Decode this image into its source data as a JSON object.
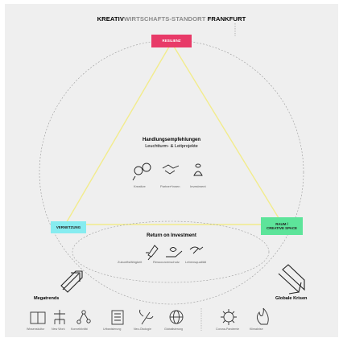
{
  "header": {
    "title_part1": "KREATIV",
    "title_part2": "WIRTSCHAFTS-STANDORT",
    "title_part3": " FRANKFURT"
  },
  "nodes": {
    "top": "RESILIENZ",
    "left": "VERNETZUNG",
    "right_line1": "RAUM /",
    "right_line2": "CREATIVE SPACE"
  },
  "center": {
    "title": "Handlungsempfehlungen",
    "subtitle": "Leuchtturm- & Leitprojekte",
    "icon_labels": [
      "Kreative",
      "Partner*innen",
      "Investment"
    ]
  },
  "roi": {
    "title": "Return on Investment",
    "icon_labels": [
      "Zukunftsfähigkeit",
      "Ressourcenschutz",
      "Lebensqualität"
    ]
  },
  "trends": {
    "left_title": "Megatrends",
    "right_title": "Globale Krisen",
    "left_items": [
      "Wissenskultur",
      "New Work",
      "Konnektivität",
      "Urbanisierung",
      "Neo-Ökologie",
      "Globalisierung"
    ],
    "right_items": [
      "Corona-Pandemie",
      "Klimakrise"
    ]
  },
  "colors": {
    "resilienz": "#e83a68",
    "vernetzung": "#86ecf0",
    "raum": "#5de49a",
    "triangle": "#f2ec8c",
    "background": "#efefef"
  }
}
